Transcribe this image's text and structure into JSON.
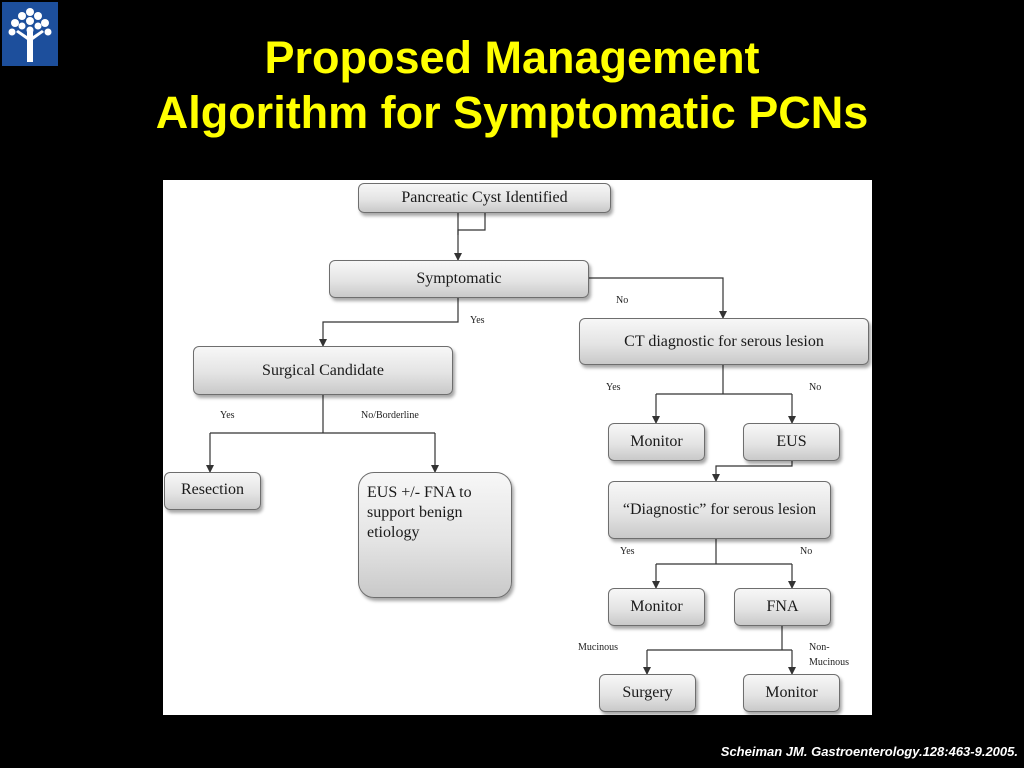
{
  "slide": {
    "title_line1": "Proposed Management",
    "title_line2": "Algorithm for Symptomatic PCNs",
    "citation": "Scheiman JM. Gastroenterology.128:463-9.2005.",
    "colors": {
      "background": "#000000",
      "title": "#ffff00",
      "logo_bg": "#1d4f9c"
    }
  },
  "logo": {
    "icon": "tree-icon"
  },
  "flowchart": {
    "nodes": {
      "cyst_identified": "Pancreatic Cyst Identified",
      "symptomatic": "Symptomatic",
      "surgical_candidate": "Surgical Candidate",
      "ct_diagnostic": "CT diagnostic for serous lesion",
      "resection": "Resection",
      "eus_fna": "EUS +/- FNA to support benign etiology",
      "monitor_1": "Monitor",
      "eus": "EUS",
      "diagnostic_serous": "“Diagnostic” for serous lesion",
      "monitor_2": "Monitor",
      "fna": "FNA",
      "surgery": "Surgery",
      "monitor_3": "Monitor"
    },
    "edge_labels": {
      "symptomatic_yes": "Yes",
      "symptomatic_no": "No",
      "candidate_yes": "Yes",
      "candidate_no": "No/Borderline",
      "ct_yes": "Yes",
      "ct_no": "No",
      "diag_yes": "Yes",
      "diag_no": "No",
      "fna_mucinous": "Mucinous",
      "fna_non_mucinous_1": "Non-",
      "fna_non_mucinous_2": "Mucinous"
    }
  }
}
